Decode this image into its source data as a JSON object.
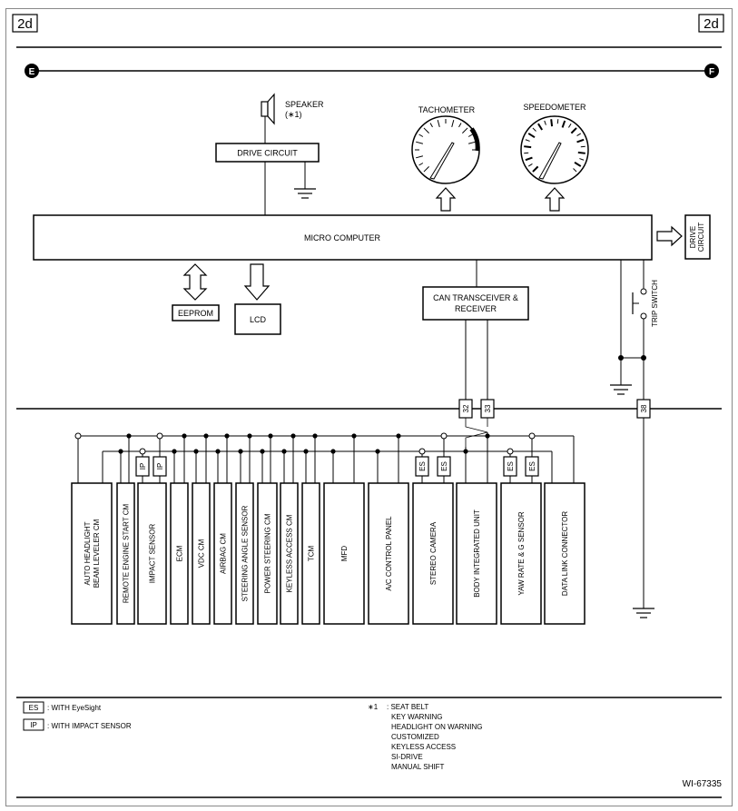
{
  "page": {
    "label_left": "2d",
    "label_right": "2d",
    "figure_id": "WI-67335"
  },
  "bus": {
    "left": "E",
    "right": "F"
  },
  "speaker": {
    "label": "SPEAKER",
    "note": "(∗1)"
  },
  "drive_circuit_top": "DRIVE CIRCUIT",
  "tachometer": "TACHOMETER",
  "speedometer": "SPEEDOMETER",
  "micro_computer": "MICRO COMPUTER",
  "drive_circuit_right": "DRIVE CIRCUIT",
  "eeprom": "EEPROM",
  "lcd": "LCD",
  "can": {
    "line1": "CAN TRANSCEIVER &",
    "line2": "RECEIVER"
  },
  "trip_switch": "TRIP SWITCH",
  "connectors": [
    "32",
    "33",
    "38"
  ],
  "modules": [
    {
      "lines": [
        "AUTO HEADLIGHT",
        "BEAM LEVELER CM"
      ]
    },
    {
      "lines": [
        "REMOTE ENGINE START CM"
      ]
    },
    {
      "lines": [
        "IMPACT SENSOR"
      ]
    },
    {
      "lines": [
        "ECM"
      ]
    },
    {
      "lines": [
        "VDC CM"
      ]
    },
    {
      "lines": [
        "AIRBAG CM"
      ]
    },
    {
      "lines": [
        "STEERING ANGLE SENSOR"
      ]
    },
    {
      "lines": [
        "POWER STEERING CM"
      ]
    },
    {
      "lines": [
        "KEYLESS ACCESS CM"
      ]
    },
    {
      "lines": [
        "TCM"
      ]
    },
    {
      "lines": [
        "MFD"
      ]
    },
    {
      "lines": [
        "A/C CONTROL PANEL"
      ]
    },
    {
      "lines": [
        "STEREO CAMERA"
      ]
    },
    {
      "lines": [
        "BODY INTEGRATED UNIT"
      ]
    },
    {
      "lines": [
        "YAW RATE & G SENSOR"
      ]
    },
    {
      "lines": [
        "DATA LINK CONNECTOR"
      ]
    }
  ],
  "option_tags": {
    "ip": "IP",
    "es": "ES"
  },
  "legend": [
    {
      "tag": "ES",
      "text": ": WITH EyeSight"
    },
    {
      "tag": "IP",
      "text": ": WITH IMPACT SENSOR"
    }
  ],
  "footnote": {
    "marker": "∗1",
    "items": [
      ": SEAT BELT",
      "KEY WARNING",
      "HEADLIGHT ON WARNING",
      "CUSTOMIZED",
      "KEYLESS ACCESS",
      "SI-DRIVE",
      "MANUAL SHIFT"
    ]
  }
}
